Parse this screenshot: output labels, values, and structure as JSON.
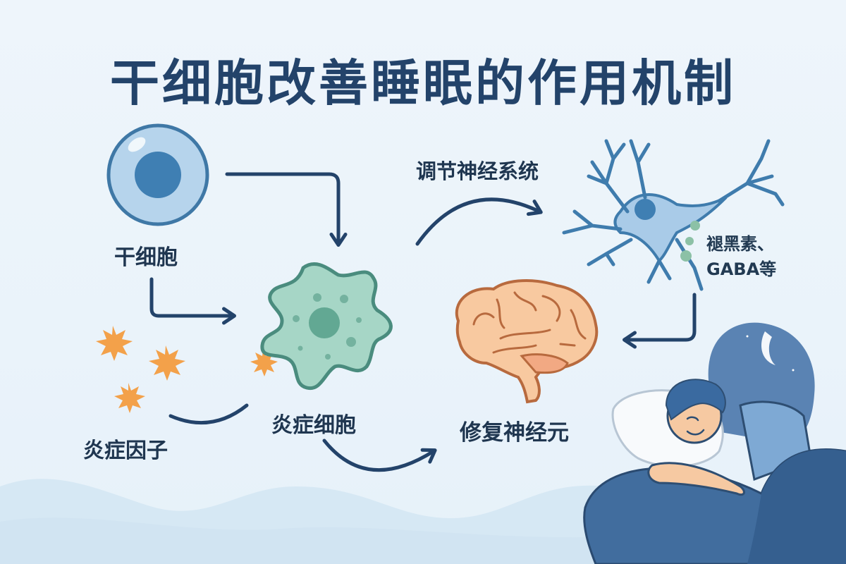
{
  "title": "干细胞改善睡眠的作用机制",
  "nodes": {
    "stem_cell": {
      "label": "干细胞",
      "color": "#9fc6e4",
      "nucleus_color": "#3f7fb3"
    },
    "inflammatory_factors": {
      "label": "炎症因子",
      "color": "#f3a14a"
    },
    "inflammatory_cell": {
      "label": "炎症细胞",
      "color": "#9fd1c0",
      "outline": "#4a8c7e"
    },
    "nervous_system": {
      "label": "调节神经系统"
    },
    "neuron": {
      "color": "#a9cbe8",
      "outline": "#3f7cad"
    },
    "neurotransmitters": {
      "line1": "褪黑素、",
      "line2": "GABA等",
      "dot_color": "#8cc1a6"
    },
    "brain": {
      "label": "修复神经元",
      "color": "#f8c9a0",
      "outline": "#b86a3e"
    },
    "sleeper": {
      "moon": "crescent-moon",
      "blanket_color": "#3d6a9a",
      "shirt_color": "#6f9fcf"
    }
  },
  "colors": {
    "arrow": "#23436a",
    "title": "#23436a",
    "background": "#eef5fb",
    "wave": "#d3e6f3"
  }
}
